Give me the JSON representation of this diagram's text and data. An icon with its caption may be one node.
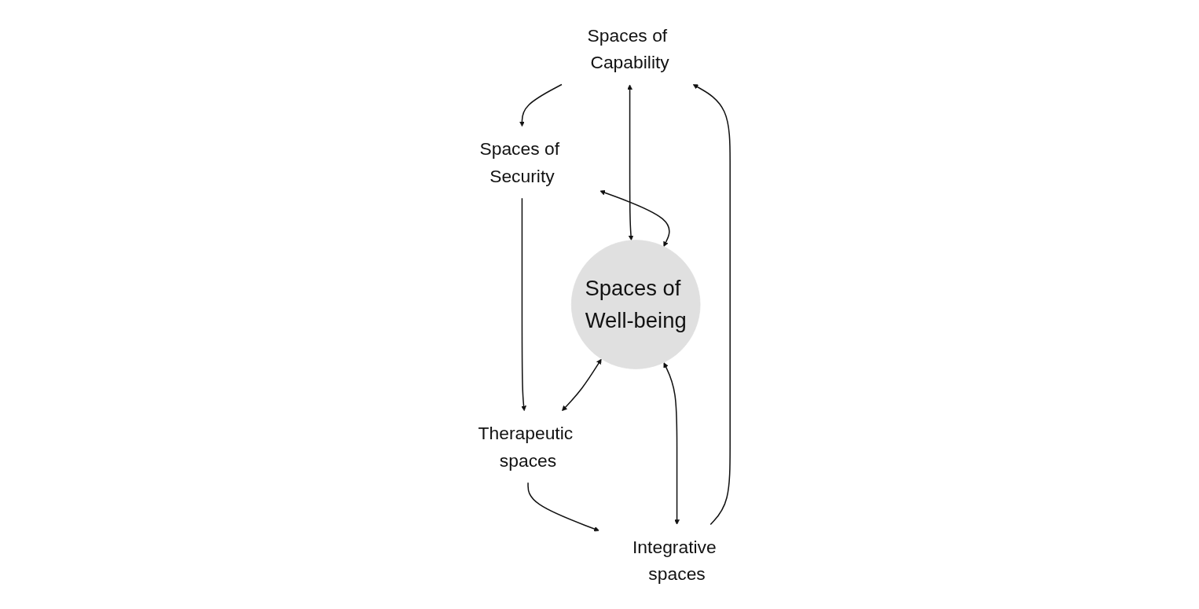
{
  "diagram": {
    "nodes": [
      {
        "text": [
          "Spaces of Capability"
        ]
      },
      {
        "text": [
          "Spaces of Security"
        ]
      },
      {
        "text": [
          "Spaces of Well-being"
        ]
      },
      {
        "text": [
          "Integrative spaces"
        ]
      },
      {
        "text": [
          "Therapeutic spaces"
        ]
      }
    ],
    "edges": [
      {
        "from": 0,
        "to": 1,
        "arrow": "to"
      },
      {
        "from": 1,
        "to": 4,
        "arrow": "to"
      },
      {
        "from": 4,
        "to": 3,
        "arrow": "to"
      },
      {
        "from": 3,
        "to": 0,
        "arrow": "to"
      },
      {
        "from": 0,
        "to": 2,
        "arrow": "both"
      },
      {
        "from": 1,
        "to": 2,
        "arrow": "both"
      },
      {
        "from": 2,
        "to": 3,
        "arrow": "both"
      },
      {
        "from": 2,
        "to": 4,
        "arrow": "both"
      }
    ]
  }
}
